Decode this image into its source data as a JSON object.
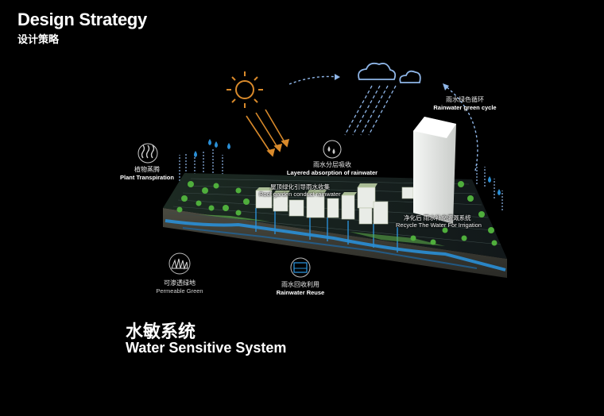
{
  "header": {
    "title_en": "Design Strategy",
    "title_cn": "设计策略"
  },
  "system": {
    "title_cn": "水敏系统",
    "title_en": "Water Sensitive System"
  },
  "labels": {
    "plant_transpiration": {
      "cn": "植物蒸腾",
      "en": "Plant Transpiration"
    },
    "layered_absorption": {
      "cn": "雨水分层吸收",
      "en": "Layered absorption of rainwater"
    },
    "green_cycle": {
      "cn": "雨水绿色循环",
      "en": "Rainwater green cycle"
    },
    "roof_garden": {
      "cn": "屋顶绿化引导雨水收集",
      "en": "Roof garden conduct rainwater"
    },
    "recycle": {
      "cn": "净化后 雨水补充灌溉系统",
      "en": "Recycle The Water For Irrigation"
    },
    "permeable_green": {
      "cn": "可渗透绿地",
      "en": "Permeable Green"
    },
    "rainwater_reuse": {
      "cn": "雨水回收利用",
      "en": "Rainwater Reuse"
    }
  },
  "icons": [
    "sun-icon",
    "cloud-icon",
    "steam-icon",
    "rain-drops-icon",
    "grass-icon",
    "reuse-tank-icon"
  ],
  "colors": {
    "background": "#000000",
    "water": "#2a8fd6",
    "vegetation": "#4fae3c",
    "sun": "#d98a2b",
    "accent_arrow": "#8fb6e8"
  }
}
